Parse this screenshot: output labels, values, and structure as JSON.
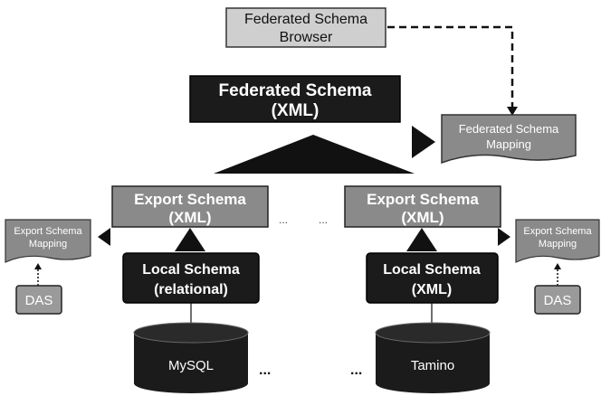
{
  "colors": {
    "dark_box": "#1b1b1b",
    "gray_box": "#8a8a8a",
    "light_box": "#cfcfcf",
    "das_box": "#9a9a9a",
    "line": "#111111",
    "white_text": "#ffffff",
    "dark_text": "#111111"
  },
  "browser": {
    "line1": "Federated Schema",
    "line2": "Browser"
  },
  "federated": {
    "line1": "Federated Schema",
    "line2": "(XML)"
  },
  "fed_mapping": {
    "line1": "Federated Schema",
    "line2": "Mapping"
  },
  "export_left": {
    "line1": "Export Schema",
    "line2": "(XML)"
  },
  "export_right": {
    "line1": "Export Schema",
    "line2": "(XML)"
  },
  "map_left": {
    "line1": "Export Schema",
    "line2": "Mapping"
  },
  "map_right": {
    "line1": "Export Schema",
    "line2": "Mapping"
  },
  "local_left": {
    "line1": "Local Schema",
    "line2": "(relational)"
  },
  "local_right": {
    "line1": "Local Schema",
    "line2": "(XML)"
  },
  "das_left": "DAS",
  "das_right": "DAS",
  "db_left": "MySQL",
  "db_right": "Tamino",
  "ellipsis_db": "...",
  "ellipsis_export": "..."
}
